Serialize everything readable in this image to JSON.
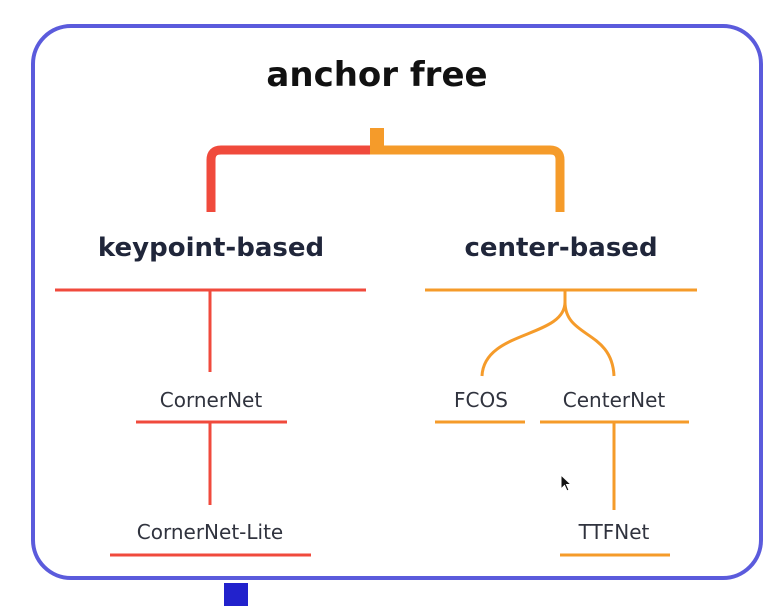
{
  "diagram": {
    "title": "anchor free",
    "categories": [
      {
        "label": "keypoint-based",
        "color": "#f04a3c"
      },
      {
        "label": "center-based",
        "color": "#f59b2a"
      }
    ],
    "nodes": {
      "cornernet": "CornerNet",
      "cornernet_lite": "CornerNet-Lite",
      "fcos": "FCOS",
      "centernet": "CenterNet",
      "ttfnet": "TTFNet"
    }
  },
  "colors": {
    "frame": "#5b5bdc",
    "keypoint": "#f04a3c",
    "center": "#f59b2a",
    "tab": "#2222cc"
  },
  "icons": {
    "cursor": "arrow-cursor-icon"
  }
}
